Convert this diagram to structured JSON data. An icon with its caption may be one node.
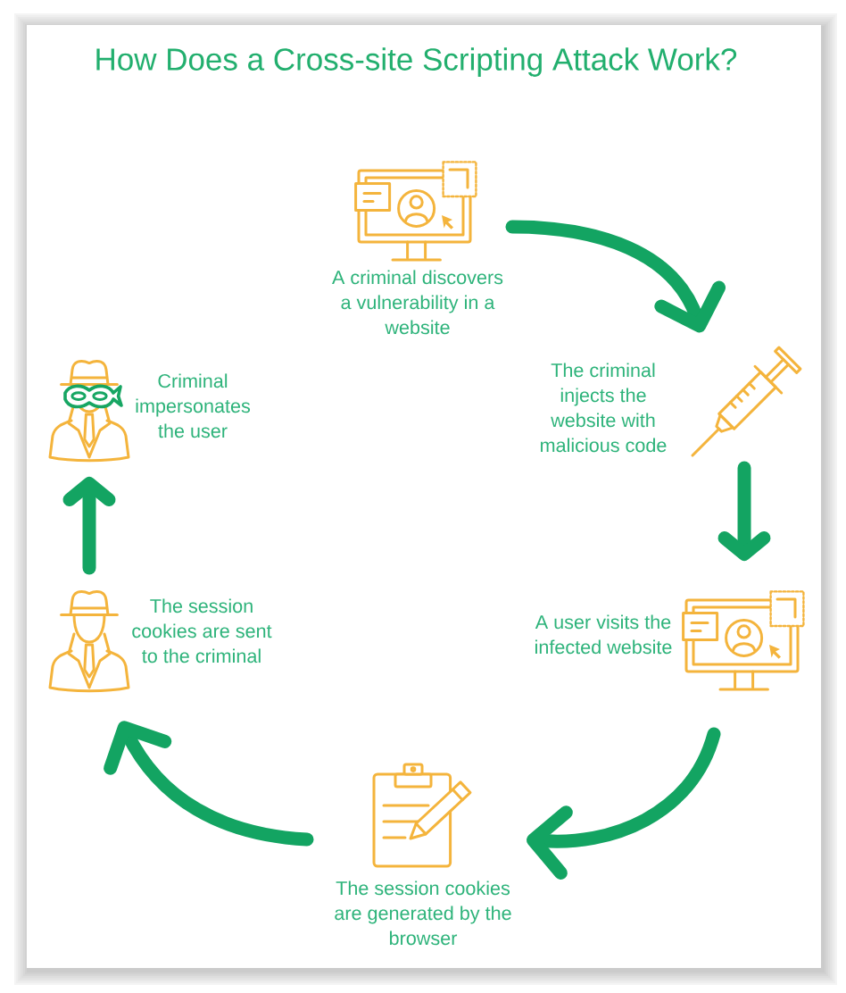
{
  "diagram": {
    "title": "How Does a Cross-site Scripting Attack Work?",
    "nodes": [
      {
        "text": [
          "A criminal discovers a vulnerability in a website"
        ]
      },
      {
        "text": [
          "The criminal injects the website with malicious code"
        ]
      },
      {
        "text": [
          "A user visits the infected website"
        ]
      },
      {
        "text": [
          "The session cookies are generated by the browser"
        ]
      },
      {
        "text": [
          "The session cookies are sent to the criminal"
        ]
      },
      {
        "text": [
          "Criminal impersonates the user"
        ]
      }
    ],
    "edges": [
      {
        "from": 0,
        "to": 1,
        "arrow": "to"
      },
      {
        "from": 1,
        "to": 2,
        "arrow": "to"
      },
      {
        "from": 2,
        "to": 3,
        "arrow": "to"
      },
      {
        "from": 3,
        "to": 4,
        "arrow": "to"
      },
      {
        "from": 4,
        "to": 5,
        "arrow": "to"
      }
    ]
  }
}
